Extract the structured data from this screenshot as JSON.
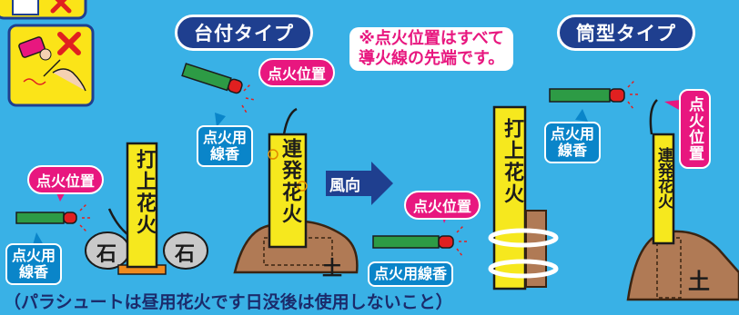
{
  "headings": {
    "stand_type": "台付タイプ",
    "tube_type": "筒型タイプ"
  },
  "note": {
    "line1": "※点火位置はすべて",
    "line2": "導火線の先端です。"
  },
  "labels": {
    "ignition_point": "点火位置",
    "incense_line1": "点火用",
    "incense_line2": "線香",
    "incense_single": "点火用線香",
    "wind_direction": "風向",
    "tube_ignition_v": "点火位置"
  },
  "fireworks": {
    "uchiage1": "打上花火",
    "renpatsu1": "連発花火",
    "uchiage2": "打上花火",
    "renpatsu2": "連発花火"
  },
  "ground": {
    "stone": "石",
    "soil": "土"
  },
  "footer": {
    "caption": "（パラシュートは昼用花火です日没後は使用しないこと）"
  },
  "colors": {
    "background": "#39b1e6",
    "navy": "#1f3f8f",
    "pink": "#e8177f",
    "yellow": "#f6e81e",
    "incense_green": "#2d9b45",
    "incense_red": "#e02020",
    "soil": "#b07a55"
  }
}
